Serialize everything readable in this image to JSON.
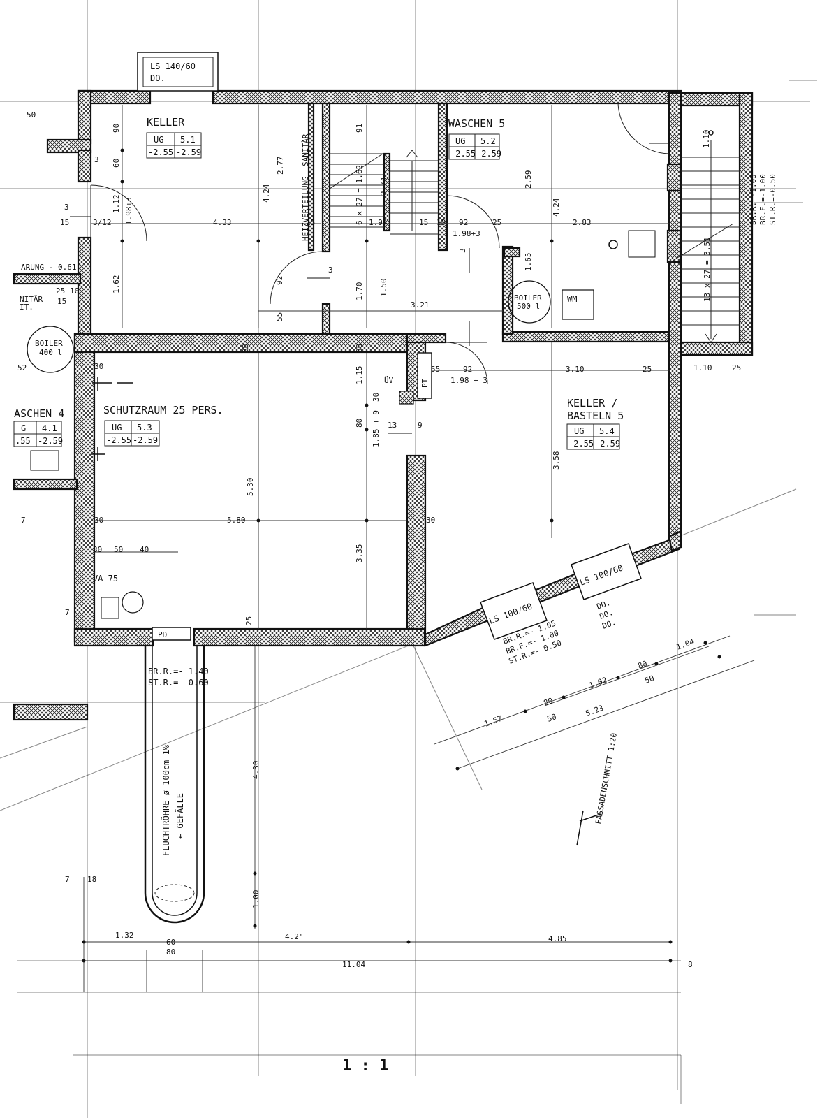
{
  "rooms": [
    {
      "name": "KELLER",
      "tag": "UG",
      "number": "5.1",
      "levels": [
        "-2.55",
        "-2.59"
      ]
    },
    {
      "name": "WASCHEN 5",
      "tag": "UG",
      "number": "5.2",
      "levels": [
        "-2.55",
        "-2.59"
      ]
    },
    {
      "name": "SCHUTZRAUM   25 PERS.",
      "tag": "UG",
      "number": "5.3",
      "levels": [
        "-2.55",
        "-2.59"
      ]
    },
    {
      "name_line1": "KELLER /",
      "name_line2": "BASTELN 5",
      "tag": "UG",
      "number": "5.4",
      "levels": [
        "-2.55",
        "-2.59"
      ]
    },
    {
      "name": "ASCHEN 4",
      "tag": "G",
      "number": "4.1",
      "levels": [
        ".55",
        "-2.59"
      ]
    }
  ],
  "windows": {
    "top": {
      "line1": "LS  140/60",
      "line2": "DO."
    },
    "right": "LS  100/60",
    "lower": "LS 100/60",
    "do_stack": [
      "DO.",
      "DO.",
      "DO."
    ],
    "sill": [
      "BR.R.=- 1.05",
      "BR.F.=- 1.00",
      "ST.R.=- 0.50"
    ]
  },
  "side_right_notes": [
    "BR.R.=-1.05",
    "BR.F.=-1.00",
    "ST.R.=-0.50"
  ],
  "fixtures": {
    "boiler_left": [
      "BOILER",
      "400 l"
    ],
    "boiler_right": [
      "BOILER",
      "500 l"
    ],
    "wm": "WM",
    "va": "VA 75",
    "pd": "PD",
    "uv": "ÜV",
    "pt": "PT",
    "sanitar": "SANITÄR",
    "heizverteilung": "HEIZVERTEILUNG",
    "sanitar_left": [
      "NITÄR",
      "IT."
    ],
    "varung": "ARUNG - 0.61",
    "stair_left": "6 x 27 = 1.62",
    "stair_right": "13 x 27 = 3.51"
  },
  "escape_tube": {
    "note": [
      "BR.R.=- 1.40",
      "ST.R.=- 0.60"
    ],
    "label1": "FLUCHTRÖHRE  ø  100cm   1%",
    "label2": "←  GEFÄLLE"
  },
  "section_label": "FASSADENSCHNITT 1:20",
  "bottom_mark": "1 : 1",
  "dims": {
    "d_50": "50",
    "d_90": "90",
    "d_60": "60",
    "d_112": "1.12",
    "d_198": "1.98+3",
    "d_162": "1.62",
    "d_433": "4.33",
    "d_424a": "4.24",
    "d_277": "2.77",
    "d_91": "91",
    "d_274": "2.74",
    "d_194": "1.94",
    "d_15a": "15",
    "d_15b": "15",
    "d_10": "10",
    "d_92a": "92",
    "d_25a": "25",
    "d_198b": "1.98+3",
    "d_259": "2.59",
    "d_424b": "4.24",
    "d_283": "2.83",
    "d_110": "1.10",
    "d_165": "1.65",
    "d_92b": "92",
    "d_55a": "55",
    "d_170": "1.70",
    "d_150": "1.50",
    "d_321": "3.21",
    "d_3a": "3",
    "d_3b": "3",
    "d_3c": "3",
    "d_3d": "3",
    "d_312": "3/12",
    "d_15c": "15",
    "d_15d": "15",
    "d_25b": "25",
    "d_10b": "10",
    "d_30a": "30",
    "d_30b": "30",
    "d_30c": "30",
    "d_115": "1.15",
    "d_30d": "30",
    "d_80a": "80",
    "d_185": "1.85 + 9",
    "d_13": "13",
    "d_9": "9",
    "d_55b": "55",
    "d_92c": "92",
    "d_198c": "1.98 + 3",
    "d_310": "3.10",
    "d_25c": "25",
    "d_110b": "1.10",
    "d_25d": "25",
    "d_358": "3.58",
    "d_530": "5.30",
    "d_580": "5.80",
    "d_30e": "30",
    "d_335": "3.35",
    "d_30f": "30",
    "d_30g": "30",
    "d_50b": "50",
    "d_40": "40",
    "d_7a": "7",
    "d_7b": "7",
    "d_25e": "25",
    "d_52": "52",
    "d_7c": "7",
    "d_430": "4.30",
    "d_100": "1.00",
    "d_18": "18",
    "d_132": "1.32",
    "d_60b": "60",
    "d_80b": "80",
    "d_42": "4.2\"",
    "d_485": "4.85",
    "d_1104": "11.04",
    "d_8": "8",
    "d_157": "1.57",
    "d_80c": "80",
    "d_50c": "50",
    "d_102": "1.02",
    "d_523": "5.23",
    "d_80d": "80",
    "d_50d": "50",
    "d_104": "1.04"
  }
}
